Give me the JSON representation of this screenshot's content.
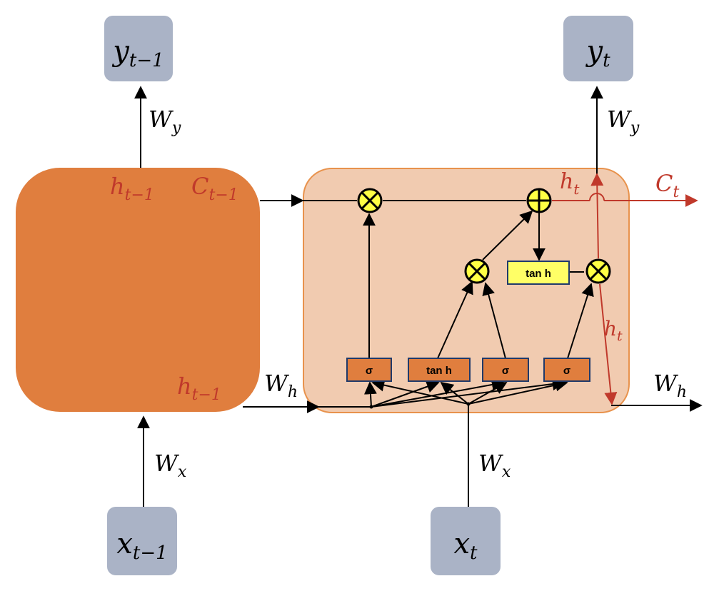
{
  "colors": {
    "io_box": "#aab3c6",
    "cell_prev": "#e07e3e",
    "cell_curr": "#f1cbb0",
    "cell_curr_border": "#e8924c",
    "gate_box": "#e07e3e",
    "gate_border": "#1f3a6b",
    "tanh_box": "#ffff66",
    "op_circle": "#ffff44",
    "arrow": "#000000",
    "state_red": "#c0392b"
  },
  "nodes": {
    "y_prev": {
      "base": "y",
      "sub": "t−1"
    },
    "y_curr": {
      "base": "y",
      "sub": "t"
    },
    "x_prev": {
      "base": "x",
      "sub": "t−1"
    },
    "x_curr": {
      "base": "x",
      "sub": "t"
    }
  },
  "weights": {
    "wy_prev": {
      "base": "W",
      "sub": "y"
    },
    "wy_curr": {
      "base": "W",
      "sub": "y"
    },
    "wx_prev": {
      "base": "W",
      "sub": "x"
    },
    "wx_curr": {
      "base": "W",
      "sub": "x"
    },
    "wh_in": {
      "base": "W",
      "sub": "h"
    },
    "wh_out": {
      "base": "W",
      "sub": "h"
    }
  },
  "states": {
    "h_prev_top": {
      "base": "h",
      "sub": "t−1"
    },
    "c_prev": {
      "base": "C",
      "sub": "t−1"
    },
    "h_prev_bot": {
      "base": "h",
      "sub": "t−1"
    },
    "h_curr_top": {
      "base": "h",
      "sub": "t"
    },
    "c_curr": {
      "base": "C",
      "sub": "t"
    },
    "h_curr_mid": {
      "base": "h",
      "sub": "t"
    }
  },
  "gates": {
    "forget": "σ",
    "candidate": "tan h",
    "input": "σ",
    "output": "σ",
    "cell_tanh": "tan h"
  },
  "operators": {
    "multiply": "⊗",
    "add": "⊕"
  }
}
